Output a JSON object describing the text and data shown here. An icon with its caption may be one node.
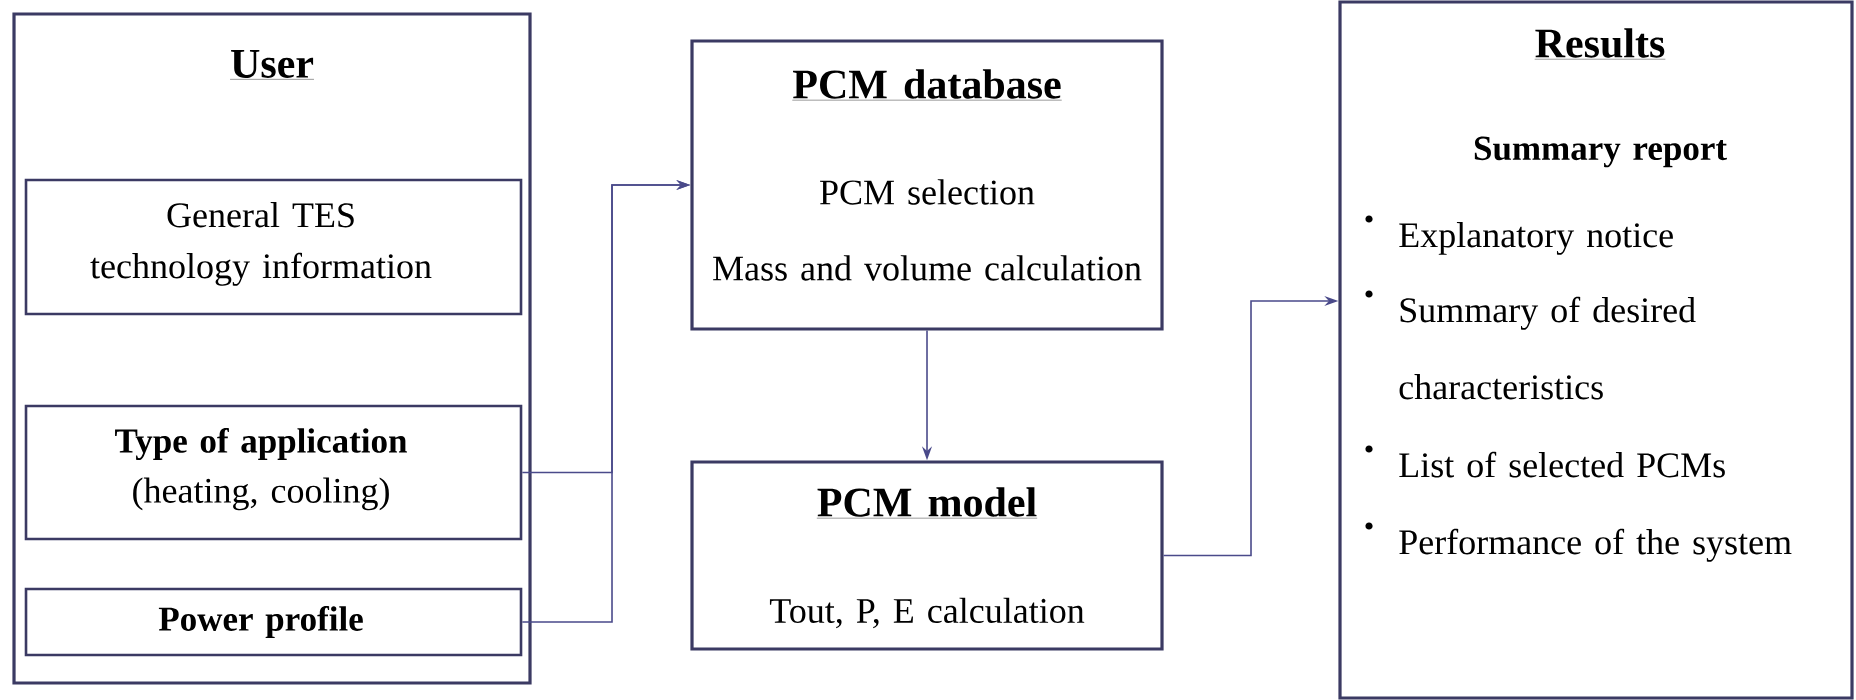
{
  "diagram": {
    "nodes": [
      {
        "text": [
          "User"
        ]
      },
      {
        "text": [
          "General TES technology information"
        ],
        "in": 0
      },
      {
        "text": [
          "Type of application",
          "(heating, cooling)"
        ],
        "in": 0
      },
      {
        "text": [
          "Power profile"
        ],
        "in": 0
      },
      {
        "text": [
          "PCM database",
          "PCM selection",
          "Mass and volume calculation"
        ]
      },
      {
        "text": [
          "PCM model",
          "Tout, P, E calculation"
        ]
      },
      {
        "text": [
          "Results",
          "Summary report",
          "Explanatory notice",
          "Summary of desired characteristics",
          "List of selected PCMs",
          "Performance of the system"
        ]
      }
    ],
    "edges": [
      {
        "from": 2,
        "to": 4,
        "arrow": "to"
      },
      {
        "from": 3,
        "to": 4,
        "arrow": "to"
      },
      {
        "from": 4,
        "to": 5,
        "arrow": "to"
      },
      {
        "from": 5,
        "to": 6,
        "arrow": "to"
      }
    ]
  }
}
